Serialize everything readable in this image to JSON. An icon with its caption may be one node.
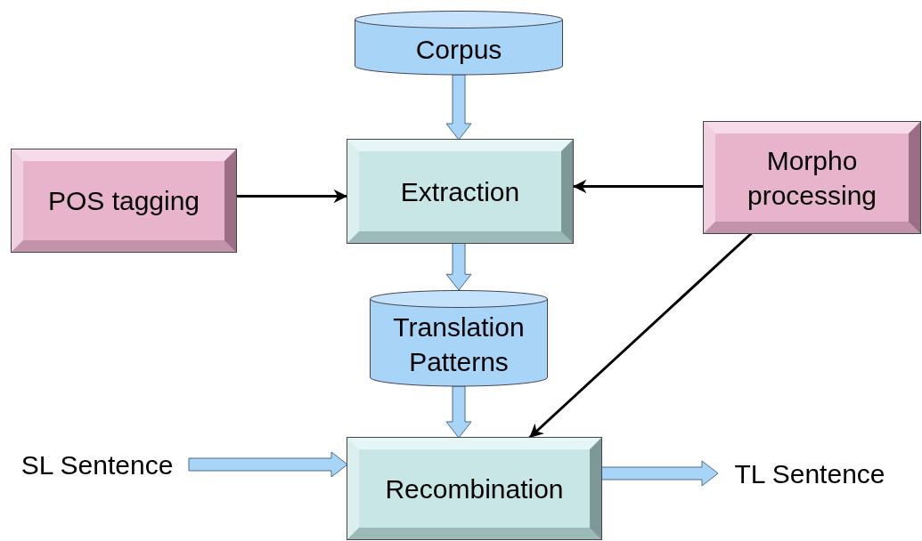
{
  "diagram": {
    "nodes": [
      {
        "text": [
          "Corpus"
        ]
      },
      {
        "text": [
          "POS tagging"
        ]
      },
      {
        "text": [
          "Extraction"
        ]
      },
      {
        "text": [
          "Morpho processing"
        ]
      },
      {
        "text": [
          "Translation Patterns"
        ]
      },
      {
        "text": [
          "SL Sentence"
        ]
      },
      {
        "text": [
          "Recombination"
        ]
      },
      {
        "text": [
          "TL Sentence"
        ]
      }
    ],
    "edges": [
      {
        "from": 0,
        "to": 2,
        "arrow": "to",
        "style": "thick",
        "color": "#a8d4f8"
      },
      {
        "from": 1,
        "to": 2,
        "arrow": "to"
      },
      {
        "from": 3,
        "to": 2,
        "arrow": "to"
      },
      {
        "from": 2,
        "to": 4,
        "arrow": "to",
        "style": "thick",
        "color": "#a8d4f8"
      },
      {
        "from": 3,
        "to": 6,
        "arrow": "to"
      },
      {
        "from": 4,
        "to": 6,
        "arrow": "to",
        "style": "thick",
        "color": "#a8d4f8"
      },
      {
        "from": 5,
        "to": 6,
        "arrow": "to",
        "style": "thick",
        "color": "#a8d4f8"
      },
      {
        "from": 6,
        "to": 7,
        "arrow": "to",
        "style": "thick",
        "color": "#a8d4f8"
      }
    ]
  }
}
